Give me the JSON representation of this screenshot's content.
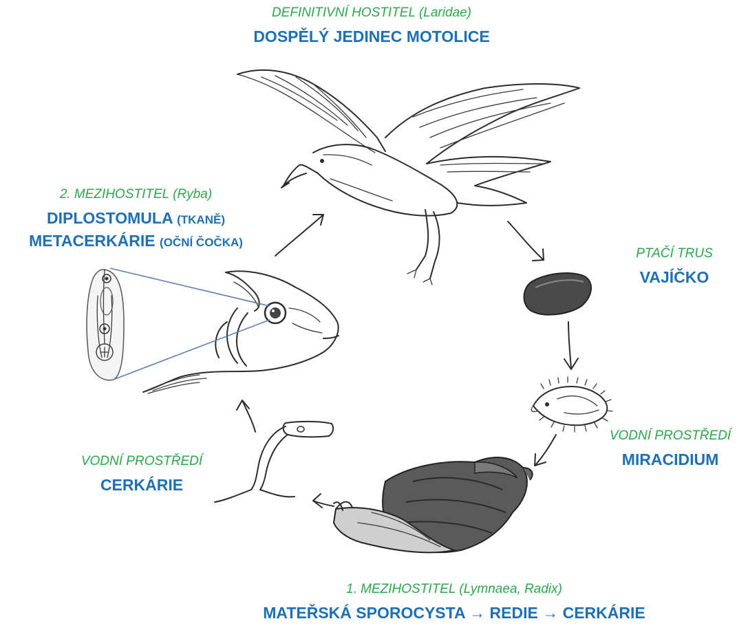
{
  "top": {
    "host": "DEFINITIVNÍ HOSTITEL (Laridae)",
    "stage": "DOSPĚLÝ JEDINEC MOTOLICE"
  },
  "left": {
    "host": "2. MEZIHOSTITEL (Ryba)",
    "line1_main": "DIPLOSTOMULA",
    "line1_paren": "(TKANĚ)",
    "line2_main": "METACERKÁRIE",
    "line2_paren": "(OČNÍ ČOČKA)"
  },
  "right_upper": {
    "host": "PTAČÍ TRUS",
    "stage": "VAJÍČKO"
  },
  "right_lower": {
    "host": "VODNÍ PROSTŘEDÍ",
    "stage": "MIRACIDIUM"
  },
  "left_lower": {
    "host": "VODNÍ PROSTŘEDÍ",
    "stage": "CERKÁRIE"
  },
  "bottom": {
    "host": "1. MEZIHOSTITEL (Lymnaea, Radix)",
    "stage": "MATEŘSKÁ SPOROCYSTA → REDIE → CERKÁRIE"
  },
  "colors": {
    "host_text": "#2aa84a",
    "stage_text": "#1f6fb4",
    "ink": "#2b2b2b",
    "zoom_line": "#5b7fb3"
  },
  "illustrations": [
    "gull-illustration",
    "egg-illustration",
    "miracidium-illustration",
    "snail-illustration",
    "cercaria-illustration",
    "fish-illustration",
    "metacercaria-illustration"
  ]
}
